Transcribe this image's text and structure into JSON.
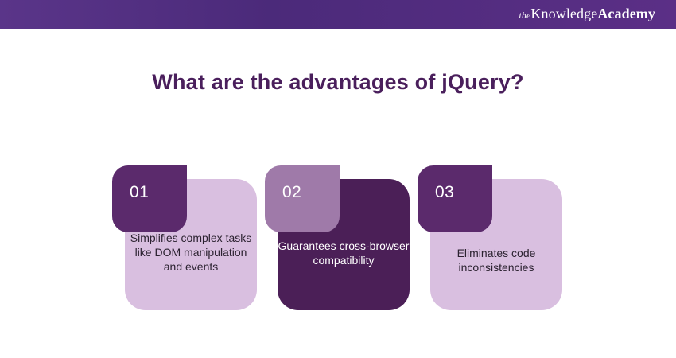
{
  "header": {
    "logo_the": "the",
    "logo_knowledge": "Knowledge",
    "logo_academy": "Academy"
  },
  "title": "What are the advantages of jQuery?",
  "cards": [
    {
      "number": "01",
      "text": "Simplifies complex tasks like DOM manipulation and events"
    },
    {
      "number": "02",
      "text": "Guarantees cross-browser compatibility"
    },
    {
      "number": "03",
      "text": "Eliminates code inconsistencies"
    }
  ],
  "colors": {
    "header_purple": "#4b2a7a",
    "title_purple": "#4a1f5c",
    "light_card": "#d9bfe0",
    "dark_card": "#4b1f57",
    "tab_dark": "#5b2a6c",
    "tab_light": "#9f7aa9"
  }
}
